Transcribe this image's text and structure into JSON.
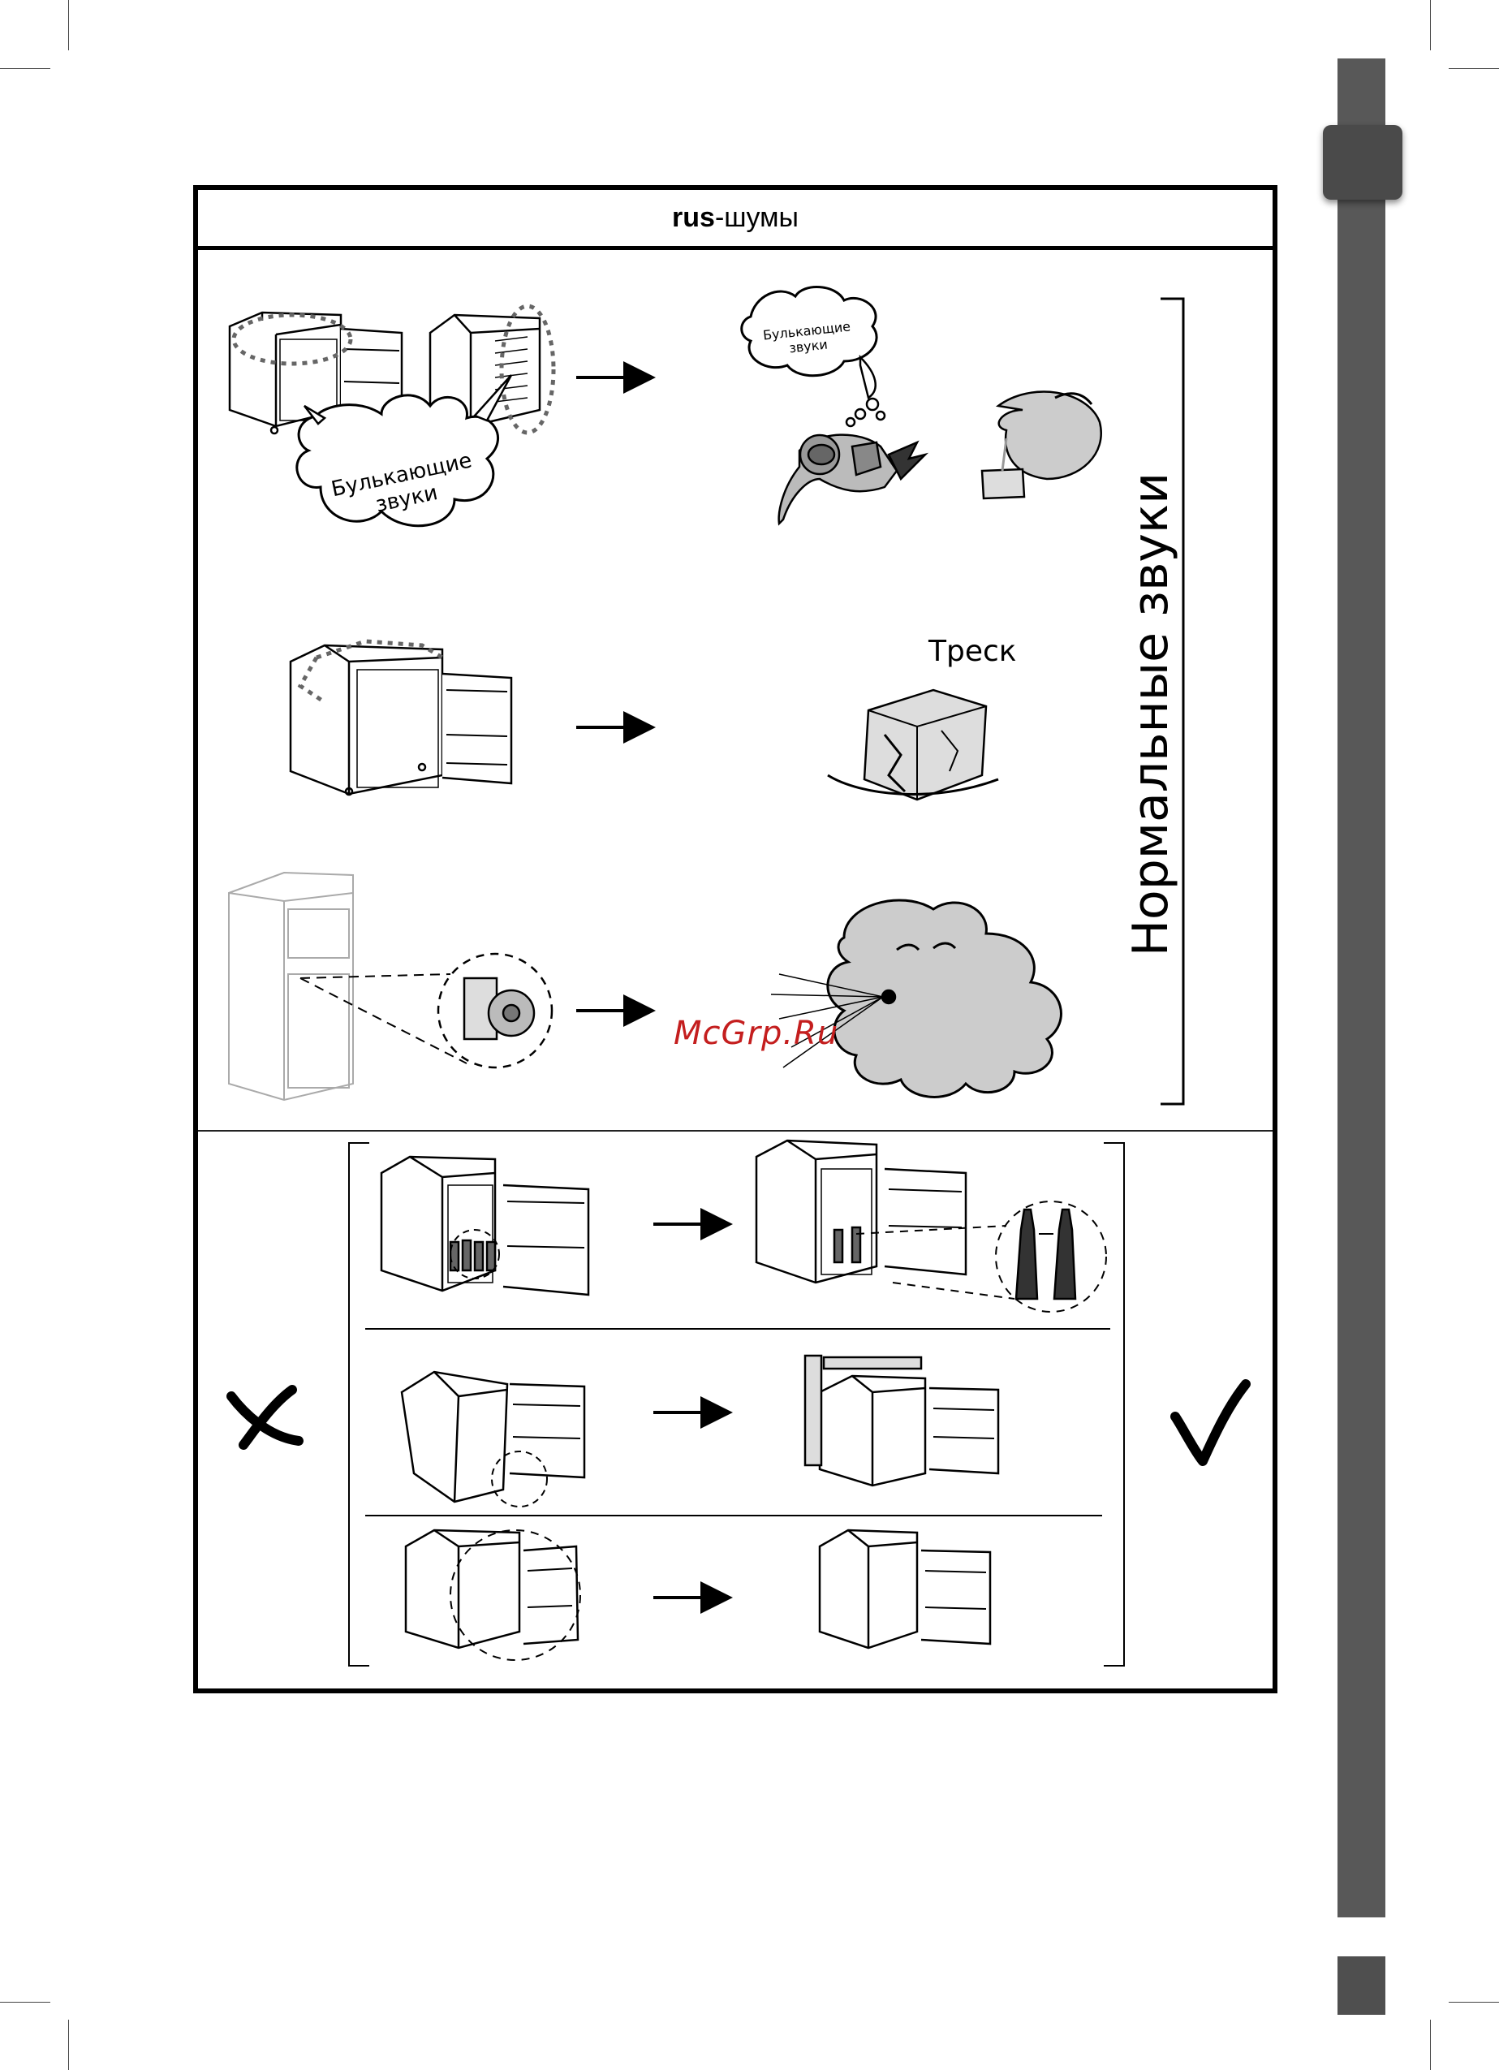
{
  "header": {
    "prefix": "rus",
    "title": "-шумы"
  },
  "side_label": "Нормальные звуки",
  "section_normal_sounds": {
    "bubbling_bubble_large": {
      "line1": "Булькающие",
      "line2": "звуки"
    },
    "bubbling_bubble_small": {
      "line1": "Булькающие",
      "line2": "звуки"
    },
    "crack_label": "Треск"
  },
  "section_installation": {
    "wrong_mark": "cross-icon",
    "right_mark": "checkmark-icon"
  },
  "watermark": "McGrp.Ru",
  "colors": {
    "sidebar": "#585858",
    "frame": "#000000",
    "watermark": "#c41e1e"
  }
}
